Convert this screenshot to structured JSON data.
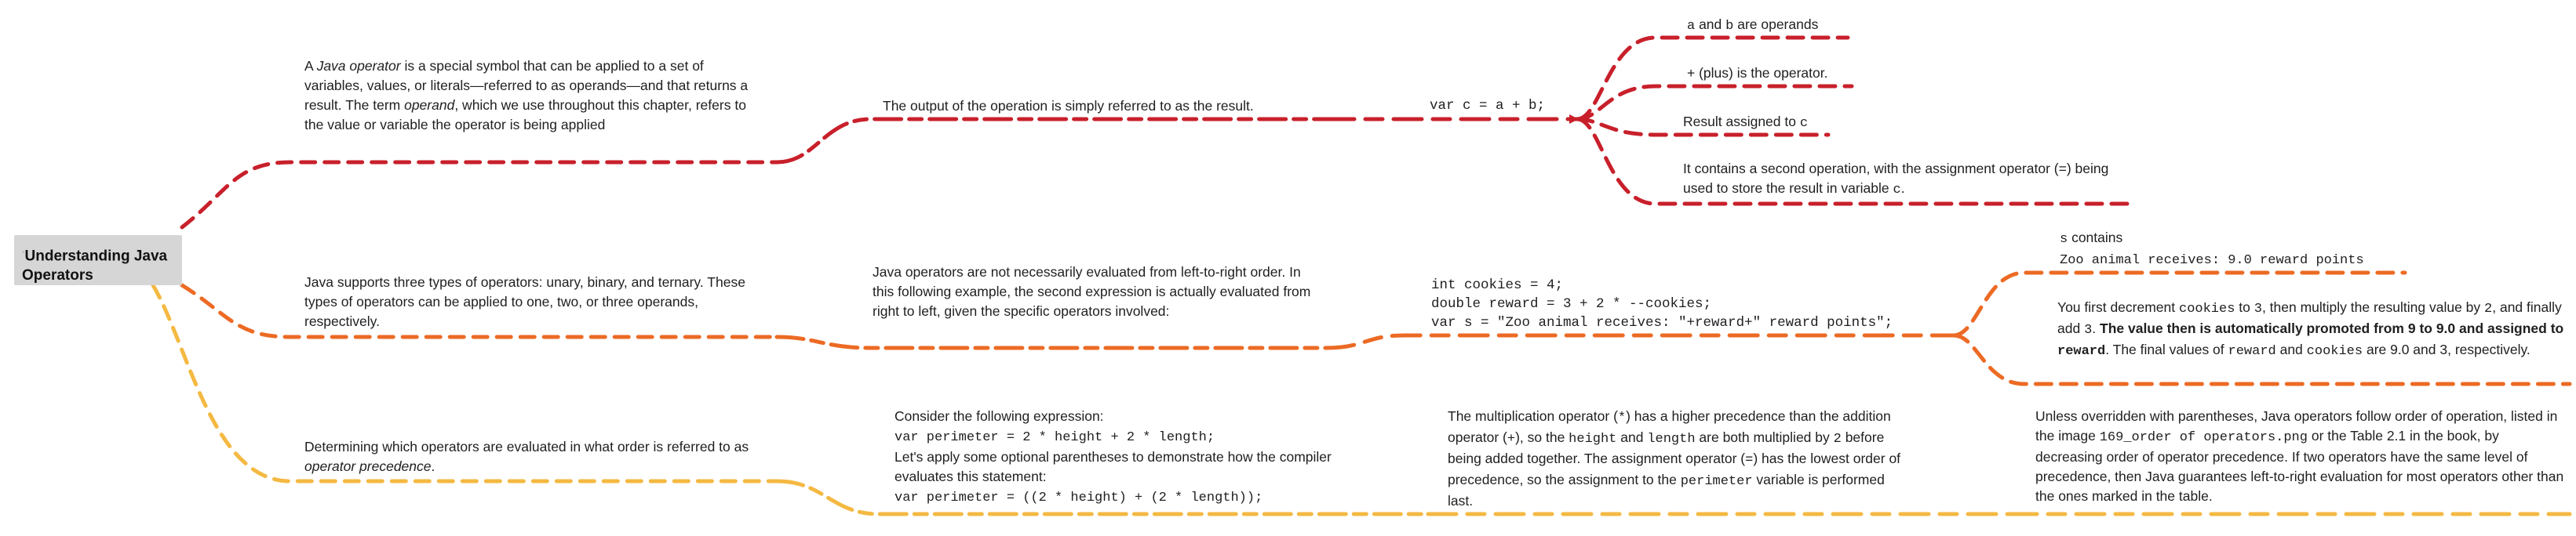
{
  "colors": {
    "red": "#c8202b",
    "orange": "#ec6a24",
    "yellow": "#f4b942",
    "root_bg": "#d6d6d6"
  },
  "root": {
    "line1": "Understanding Java",
    "line2": "Operators"
  },
  "red": {
    "def": {
      "p1": "A ",
      "em1": "Java operator",
      "p2": " is a special symbol that can be applied to a set of variables, values, or literals—referred to as operands—and that returns a result. The term ",
      "em2": "operand",
      "p3": ", which we use throughout this chapter, refers to the value or variable the operator is being applied"
    },
    "result": "The output of the operation is simply referred to as the result.",
    "code": "var c = a + b;",
    "leaf1": {
      "c1": "a",
      "t1": " and ",
      "c2": "b",
      "t2": " are operands"
    },
    "leaf2": "+ (plus) is the operator.",
    "leaf3": {
      "t1": "Result assigned to ",
      "c1": "c"
    },
    "leaf4": {
      "t1": "It contains a second operation, with the assignment operator (=) being used to store the result in variable ",
      "c1": "c",
      "t2": "."
    }
  },
  "orange": {
    "types": "Java supports three types of operators: unary, binary, and ternary. These types of operators can be applied to one, two, or three operands, respectively.",
    "order": "Java operators are not necessarily evaluated from left-to-right order. In this following example, the second expression is actually evaluated from right to left, given the specific operators involved:",
    "code": "int cookies = 4;\ndouble reward = 3 + 2 * --cookies;\nvar s = \"Zoo animal receives: \"+reward+\" reward points\";",
    "leaf1": {
      "c1": "s",
      "t1": " contains",
      "c2": "Zoo animal receives: 9.0 reward points"
    },
    "leaf2": {
      "t1": "You first decrement ",
      "c1": "cookies",
      "t2": " to ",
      "c2": "3",
      "t3": ", then multiply the resulting value by ",
      "c3": "2",
      "t4": ", and finally add ",
      "c4": "3",
      "t5": ". ",
      "b1": "The value then is automatically promoted from 9 to 9.0 and assigned to ",
      "bc": "reward",
      "t6": ". The final values of ",
      "c5": "reward",
      "t7": " and ",
      "c6": "cookies",
      "t8": " are 9.0 and 3, respectively."
    }
  },
  "yellow": {
    "prec": {
      "t1": "Determining which operators are evaluated in what order is referred to as ",
      "em1": "operator precedence",
      "t2": "."
    },
    "consider": "Consider the following expression:",
    "code1": "var perimeter = 2 * height + 2 * length;",
    "apply": "Let's apply some optional parentheses to demonstrate how the compiler evaluates this statement:",
    "code2": "var perimeter = ((2 * height) + (2 * length));",
    "mult": {
      "t1": "The multiplication operator (",
      "c1": "*",
      "t2": ") has a higher precedence than the addition operator (",
      "c2": "+",
      "t3": "), so the ",
      "c3": "height",
      "t4": " and ",
      "c4": "length",
      "t5": " are both multiplied by ",
      "c5": "2",
      "t6": " before being added together. The assignment operator (",
      "c6": "=",
      "t7": ") has the lowest order of precedence, so the assignment to the ",
      "c7": "perimeter",
      "t8": " variable is performed last."
    },
    "unless": {
      "t1": "Unless overridden with parentheses, Java operators follow order of operation, listed in the image ",
      "c1": "169_order of operators.png",
      "t2": " or the Table 2.1 in the book, by decreasing order of operator precedence. If two operators have the same level of precedence, then Java guarantees left-to-right evaluation for most operators other than the ones marked in the table."
    }
  }
}
